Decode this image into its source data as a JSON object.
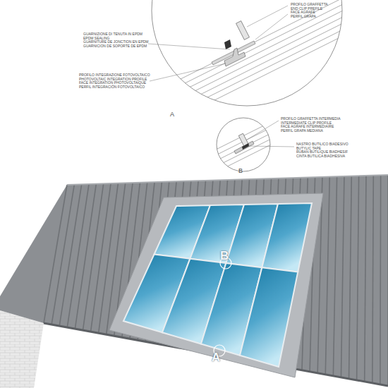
{
  "diagram": {
    "labels": [
      "PROFILO GRAFFETTA",
      "END CLIP PREFILE",
      "FACE AGRAFE",
      "PERFIL GRAPA",
      "GUARNIZIONE DI TENUTA IN EPDM",
      "EPDM SEALING",
      "GUARNITURE DE JONCTION EN EPDM",
      "GUARNICION DE SOPORTE DE EPDM",
      "PROFILO INTEGRAZIONE FOTOVOLTAICO",
      "PHOTOVOLTAIC INTEGRATION PROFILE",
      "FACE INTEGRATION PHOTOVOLTAIQUE",
      "PERFIL INTEGRACIÓN FOTOVOLTAICO",
      "A",
      "PROFILO GRAFFETTA INTERMEDIA",
      "INTERMEDIATE CLIP PROFILE",
      "FACE AGRAFE INTERMEDIAIRE",
      "PERFIL GRAPA MEDIANA",
      "NASTRO BUTILICO BIADESIVO",
      "BUTYLIC TAPE",
      "RUBAN BUTILIQUE BIADHESIF",
      "CINTA BUTILICA BIADHESIVA",
      "B",
      "B",
      "A"
    ]
  }
}
